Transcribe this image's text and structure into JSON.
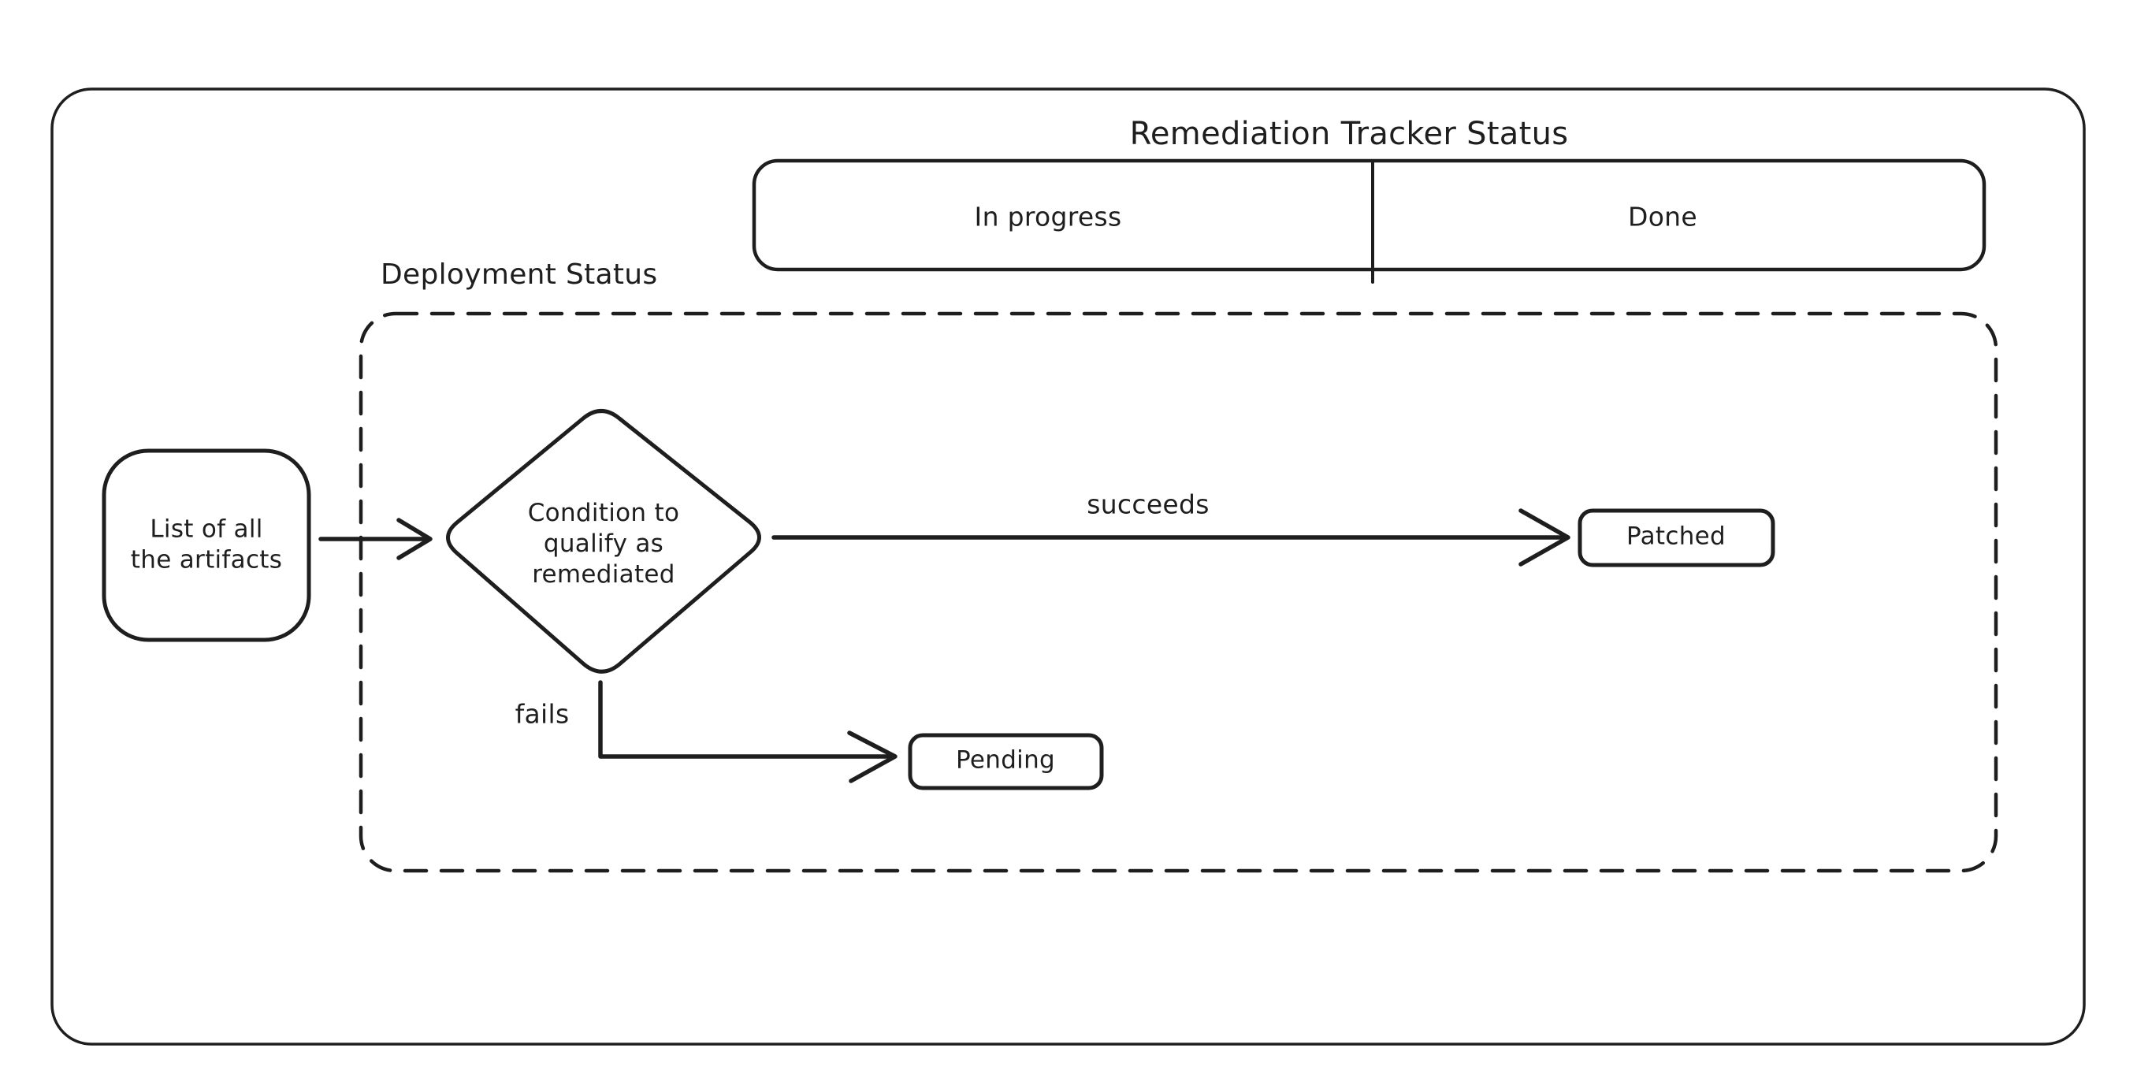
{
  "diagram": {
    "title": "Remediation Tracker Status",
    "tracker": {
      "in_progress_label": "In progress",
      "done_label": "Done"
    },
    "deployment_container_label": "Deployment Status",
    "artifacts_node": {
      "line1": "List of all",
      "line2": "the artifacts"
    },
    "decision_node": {
      "line1": "Condition to",
      "line2": "qualify as",
      "line3": "remediated"
    },
    "edge_labels": {
      "succeeds": "succeeds",
      "fails": "fails"
    },
    "patched_node_label": "Patched",
    "pending_node_label": "Pending",
    "colors": {
      "stroke": "#1e1e1e",
      "background": "#ffffff"
    }
  }
}
